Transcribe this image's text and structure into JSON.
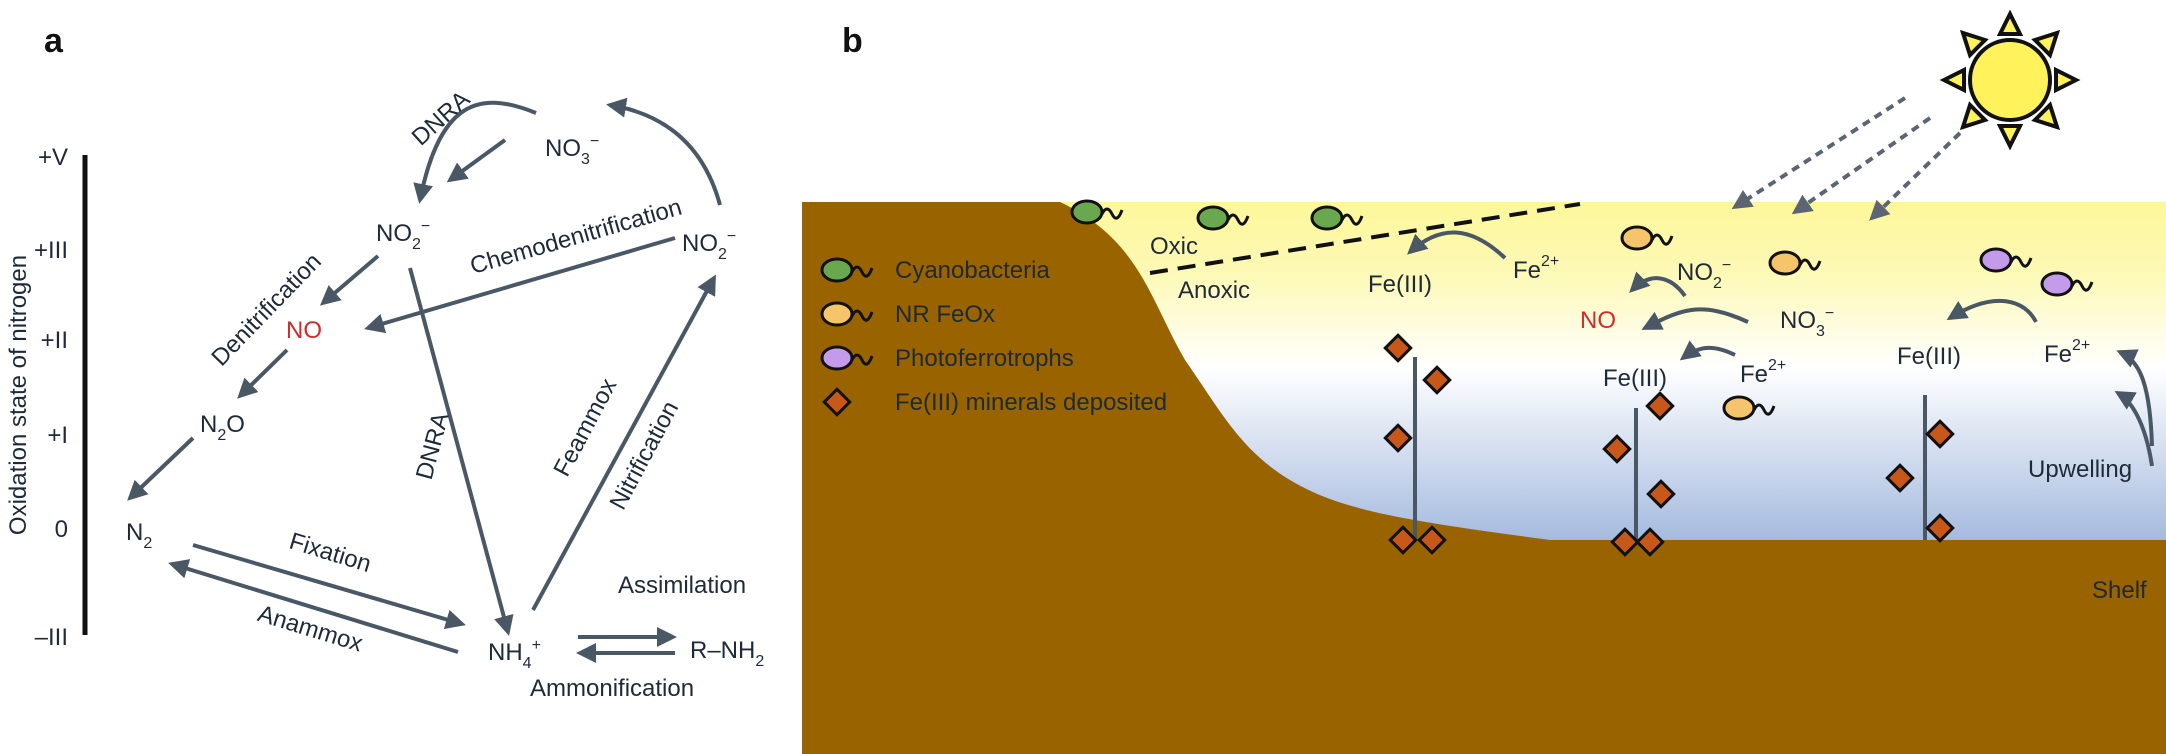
{
  "panels": {
    "a": "a",
    "b": "b"
  },
  "panel_a": {
    "axis_title": "Oxidation state of nitrogen",
    "ticks": [
      "+V",
      "+III",
      "+II",
      "+I",
      "0",
      "–III"
    ],
    "species": {
      "no3": "NO",
      "no3_sub": "3",
      "no3_sup": "−",
      "no2_left": "NO",
      "no2_left_sub": "2",
      "no2_left_sup": "−",
      "no2_right": "NO",
      "no2_right_sub": "2",
      "no2_right_sup": "−",
      "no": "NO",
      "n2o": "N",
      "n2o_sub": "2",
      "n2o_tail": "O",
      "n2": "N",
      "n2_sub": "2",
      "nh4": "NH",
      "nh4_sub": "4",
      "nh4_sup": "+",
      "rnh2": "R–NH",
      "rnh2_sub": "2"
    },
    "processes": {
      "dnra_top": "DNRA",
      "chemodenitrification": "Chemodenitrification",
      "denitrification": "Denitrification",
      "dnra_mid": "DNRA",
      "feammox": "Feammox",
      "nitrification": "Nitrification",
      "fixation": "Fixation",
      "anammox": "Anammox",
      "assimilation": "Assimilation",
      "ammonification": "Ammonification"
    }
  },
  "panel_b": {
    "legend": [
      {
        "label": "Cyanobacteria",
        "color": "#6aa84f"
      },
      {
        "label": "NR FeOx",
        "color": "#f6c46b"
      },
      {
        "label": "Photoferrotrophs",
        "color": "#c49bea"
      },
      {
        "label": "Fe(III) minerals deposited",
        "color": "#c8581a"
      }
    ],
    "zones": {
      "oxic": "Oxic",
      "anoxic": "Anoxic",
      "upwelling": "Upwelling",
      "shelf": "Shelf"
    },
    "labels": {
      "fe3_1": "Fe(III)",
      "fe2_1": "Fe",
      "fe2_1_sup": "2+",
      "no2": "NO",
      "no2_sub": "2",
      "no2_sup": "−",
      "no": "NO",
      "no3": "NO",
      "no3_sub": "3",
      "no3_sup": "−",
      "fe3_2": "Fe(III)",
      "fe2_2": "Fe",
      "fe2_2_sup": "2+",
      "fe3_3": "Fe(III)",
      "fe2_3": "Fe",
      "fe2_3_sup": "2+"
    },
    "colors": {
      "sediment": "#996300",
      "arrow": "#4a5866",
      "sun": "#fff25a"
    }
  }
}
